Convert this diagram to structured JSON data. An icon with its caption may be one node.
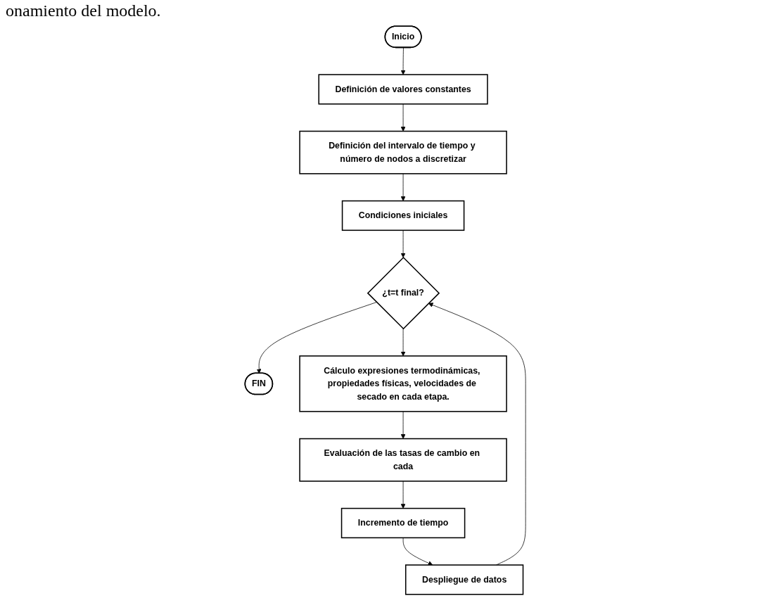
{
  "diagram": {
    "nodes": [
      {
        "text": [
          "Inicio"
        ]
      },
      {
        "text": [
          "Definición de valores constantes"
        ]
      },
      {
        "text": [
          "Definición del intervalo de tiempo y número de nodos a discretizar"
        ]
      },
      {
        "text": [
          "Condiciones iniciales"
        ]
      },
      {
        "text": [
          "¿t=t final?"
        ]
      },
      {
        "text": [
          "FIN"
        ]
      },
      {
        "text": [
          "Cálculo expresiones termodinámicas, propiedades físicas, velocidades de secado en cada etapa."
        ]
      },
      {
        "text": [
          "Evaluación de las tasas de cambio en cada"
        ]
      },
      {
        "text": [
          "Incremento de tiempo"
        ]
      },
      {
        "text": [
          "Despliegue de datos"
        ]
      }
    ],
    "edges": [
      {
        "from": 0,
        "to": 1,
        "arrow": "to"
      },
      {
        "from": 1,
        "to": 2,
        "arrow": "to"
      },
      {
        "from": 2,
        "to": 3,
        "arrow": "to"
      },
      {
        "from": 3,
        "to": 4,
        "arrow": "to"
      },
      {
        "from": 4,
        "to": 5,
        "arrow": "to"
      },
      {
        "from": 4,
        "to": 6,
        "arrow": "to"
      },
      {
        "from": 6,
        "to": 7,
        "arrow": "to"
      },
      {
        "from": 7,
        "to": 8,
        "arrow": "to"
      },
      {
        "from": 8,
        "to": 9,
        "arrow": "to"
      },
      {
        "from": 9,
        "to": 4,
        "arrow": "to"
      }
    ],
    "labels": [
      "onamiento del modelo."
    ]
  }
}
